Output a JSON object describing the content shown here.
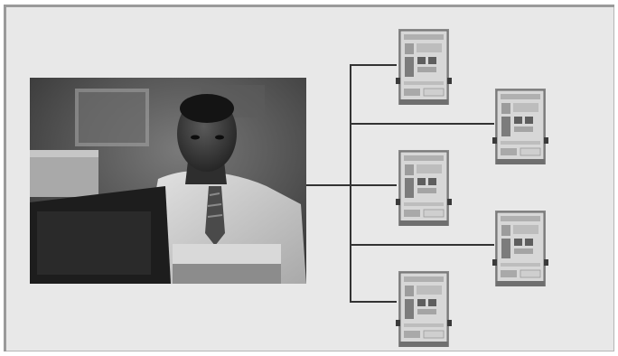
{
  "diagram": {
    "type": "network",
    "center": {
      "kind": "photo",
      "subject": "man-at-computer"
    },
    "devices": [
      {
        "id": "device-1"
      },
      {
        "id": "device-2"
      },
      {
        "id": "device-3"
      },
      {
        "id": "device-4"
      },
      {
        "id": "device-5"
      }
    ],
    "connections": [
      {
        "from": "photo",
        "to": "device-1"
      },
      {
        "from": "photo",
        "to": "device-2"
      },
      {
        "from": "photo",
        "to": "device-3"
      },
      {
        "from": "photo",
        "to": "device-4"
      },
      {
        "from": "photo",
        "to": "device-5"
      }
    ]
  },
  "colors": {
    "background": "#e8e8e8",
    "wire": "#333333",
    "device_body": "#d7d7d7",
    "device_screen": "#bdbdbd"
  }
}
